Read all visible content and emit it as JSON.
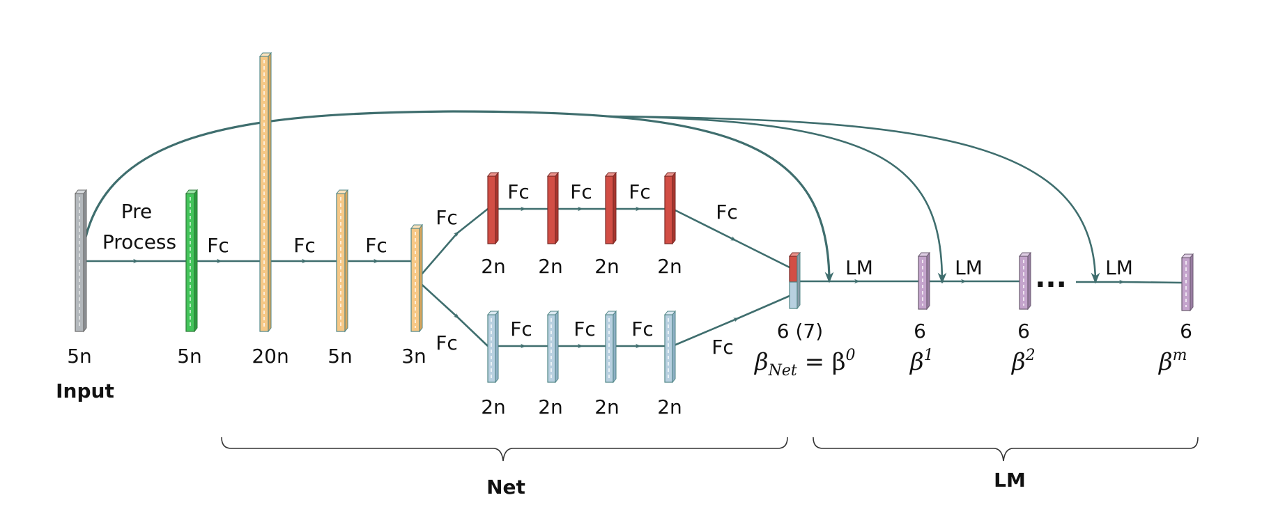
{
  "input_size": "5n",
  "input_title": "Input",
  "preprocess_line1": "Pre",
  "preprocess_line2": "Process",
  "fc_label": "Fc",
  "lm_label": "LM",
  "ellipsis": "...",
  "main_sizes": [
    "5n",
    "20n",
    "5n",
    "3n"
  ],
  "branch_size": "2n",
  "merge_size": "6 (7)",
  "beta_net": "β",
  "beta_net_sub": "Net",
  "beta_eq": " = β",
  "beta_eq_sup": "0",
  "lm_layer_size": "6",
  "lm_betas": [
    {
      "base": "β",
      "sup": "1"
    },
    {
      "base": "β",
      "sup": "2"
    },
    {
      "base": "β",
      "sup": "m"
    }
  ],
  "net_brace_label": "Net",
  "lm_brace_label": "LM",
  "colors": {
    "input": "#b3b8bc",
    "preprocess": "#43c45a",
    "orange": "#f6c886",
    "red": "#d24e45",
    "blue": "#b8d0e0",
    "purple": "#c4a4cc",
    "arrow": "#3f6e6e"
  }
}
